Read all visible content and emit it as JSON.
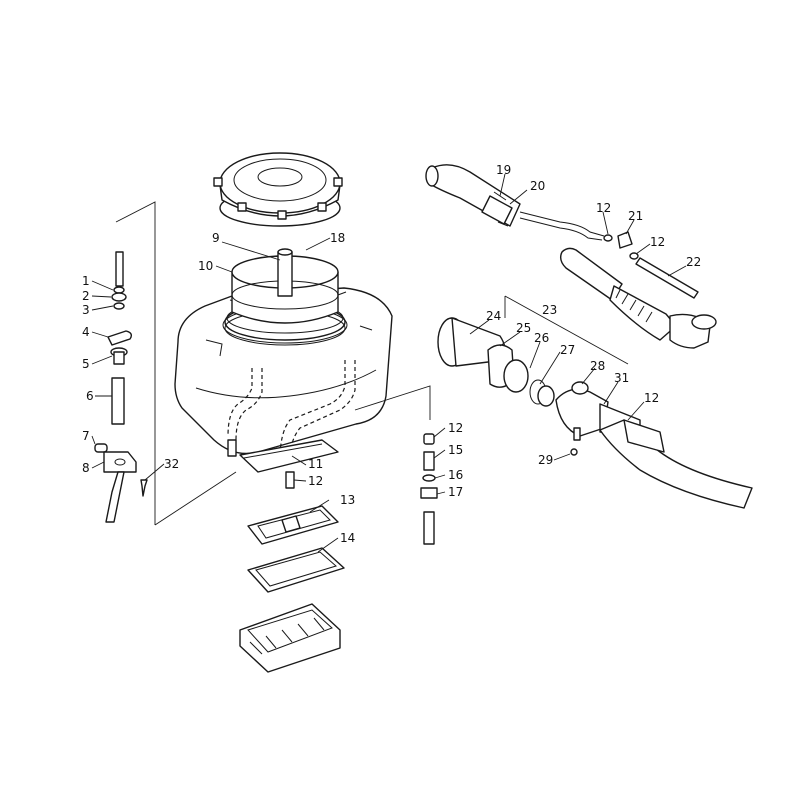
{
  "callouts": {
    "c1": "1",
    "c2": "2",
    "c3": "3",
    "c4": "4",
    "c5": "5",
    "c6": "6",
    "c7": "7",
    "c8": "8",
    "c9": "9",
    "c10": "10",
    "c11": "11",
    "c12a": "12",
    "c12b": "12",
    "c12c": "12",
    "c12d": "12",
    "c12e": "12",
    "c13": "13",
    "c14": "14",
    "c15": "15",
    "c16": "16",
    "c17": "17",
    "c18": "18",
    "c19": "19",
    "c20": "20",
    "c21": "21",
    "c22": "22",
    "c23": "23",
    "c24": "24",
    "c25": "25",
    "c26": "26",
    "c27": "27",
    "c28": "28",
    "c29": "29",
    "c31": "31",
    "c32": "32"
  },
  "colors": {
    "line": "#1a1a1a",
    "background": "#ffffff"
  }
}
